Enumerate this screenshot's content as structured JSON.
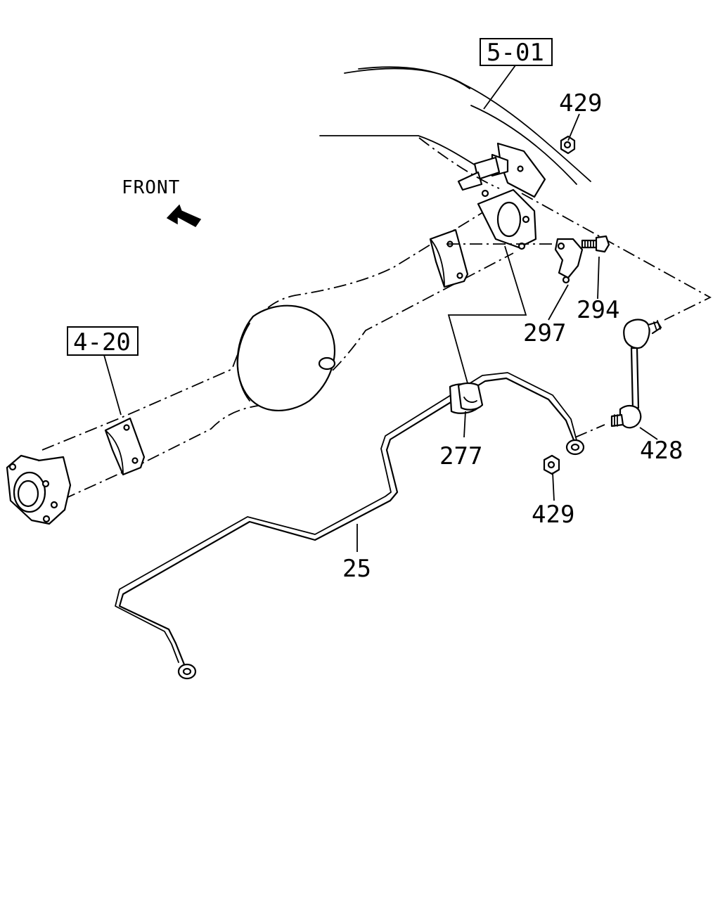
{
  "direction": {
    "label": "FRONT",
    "icon": "arrow-front-icon"
  },
  "references": [
    {
      "id": "ref-5-01",
      "text": "5-01"
    },
    {
      "id": "ref-4-20",
      "text": "4-20"
    }
  ],
  "callouts": {
    "nut_upper": "429",
    "bolt": "294",
    "bracket": "297",
    "link": "428",
    "bushing": "277",
    "nut_lower": "429",
    "stabilizer_bar": "25"
  },
  "colors": {
    "line": "#000000",
    "background": "#ffffff"
  }
}
